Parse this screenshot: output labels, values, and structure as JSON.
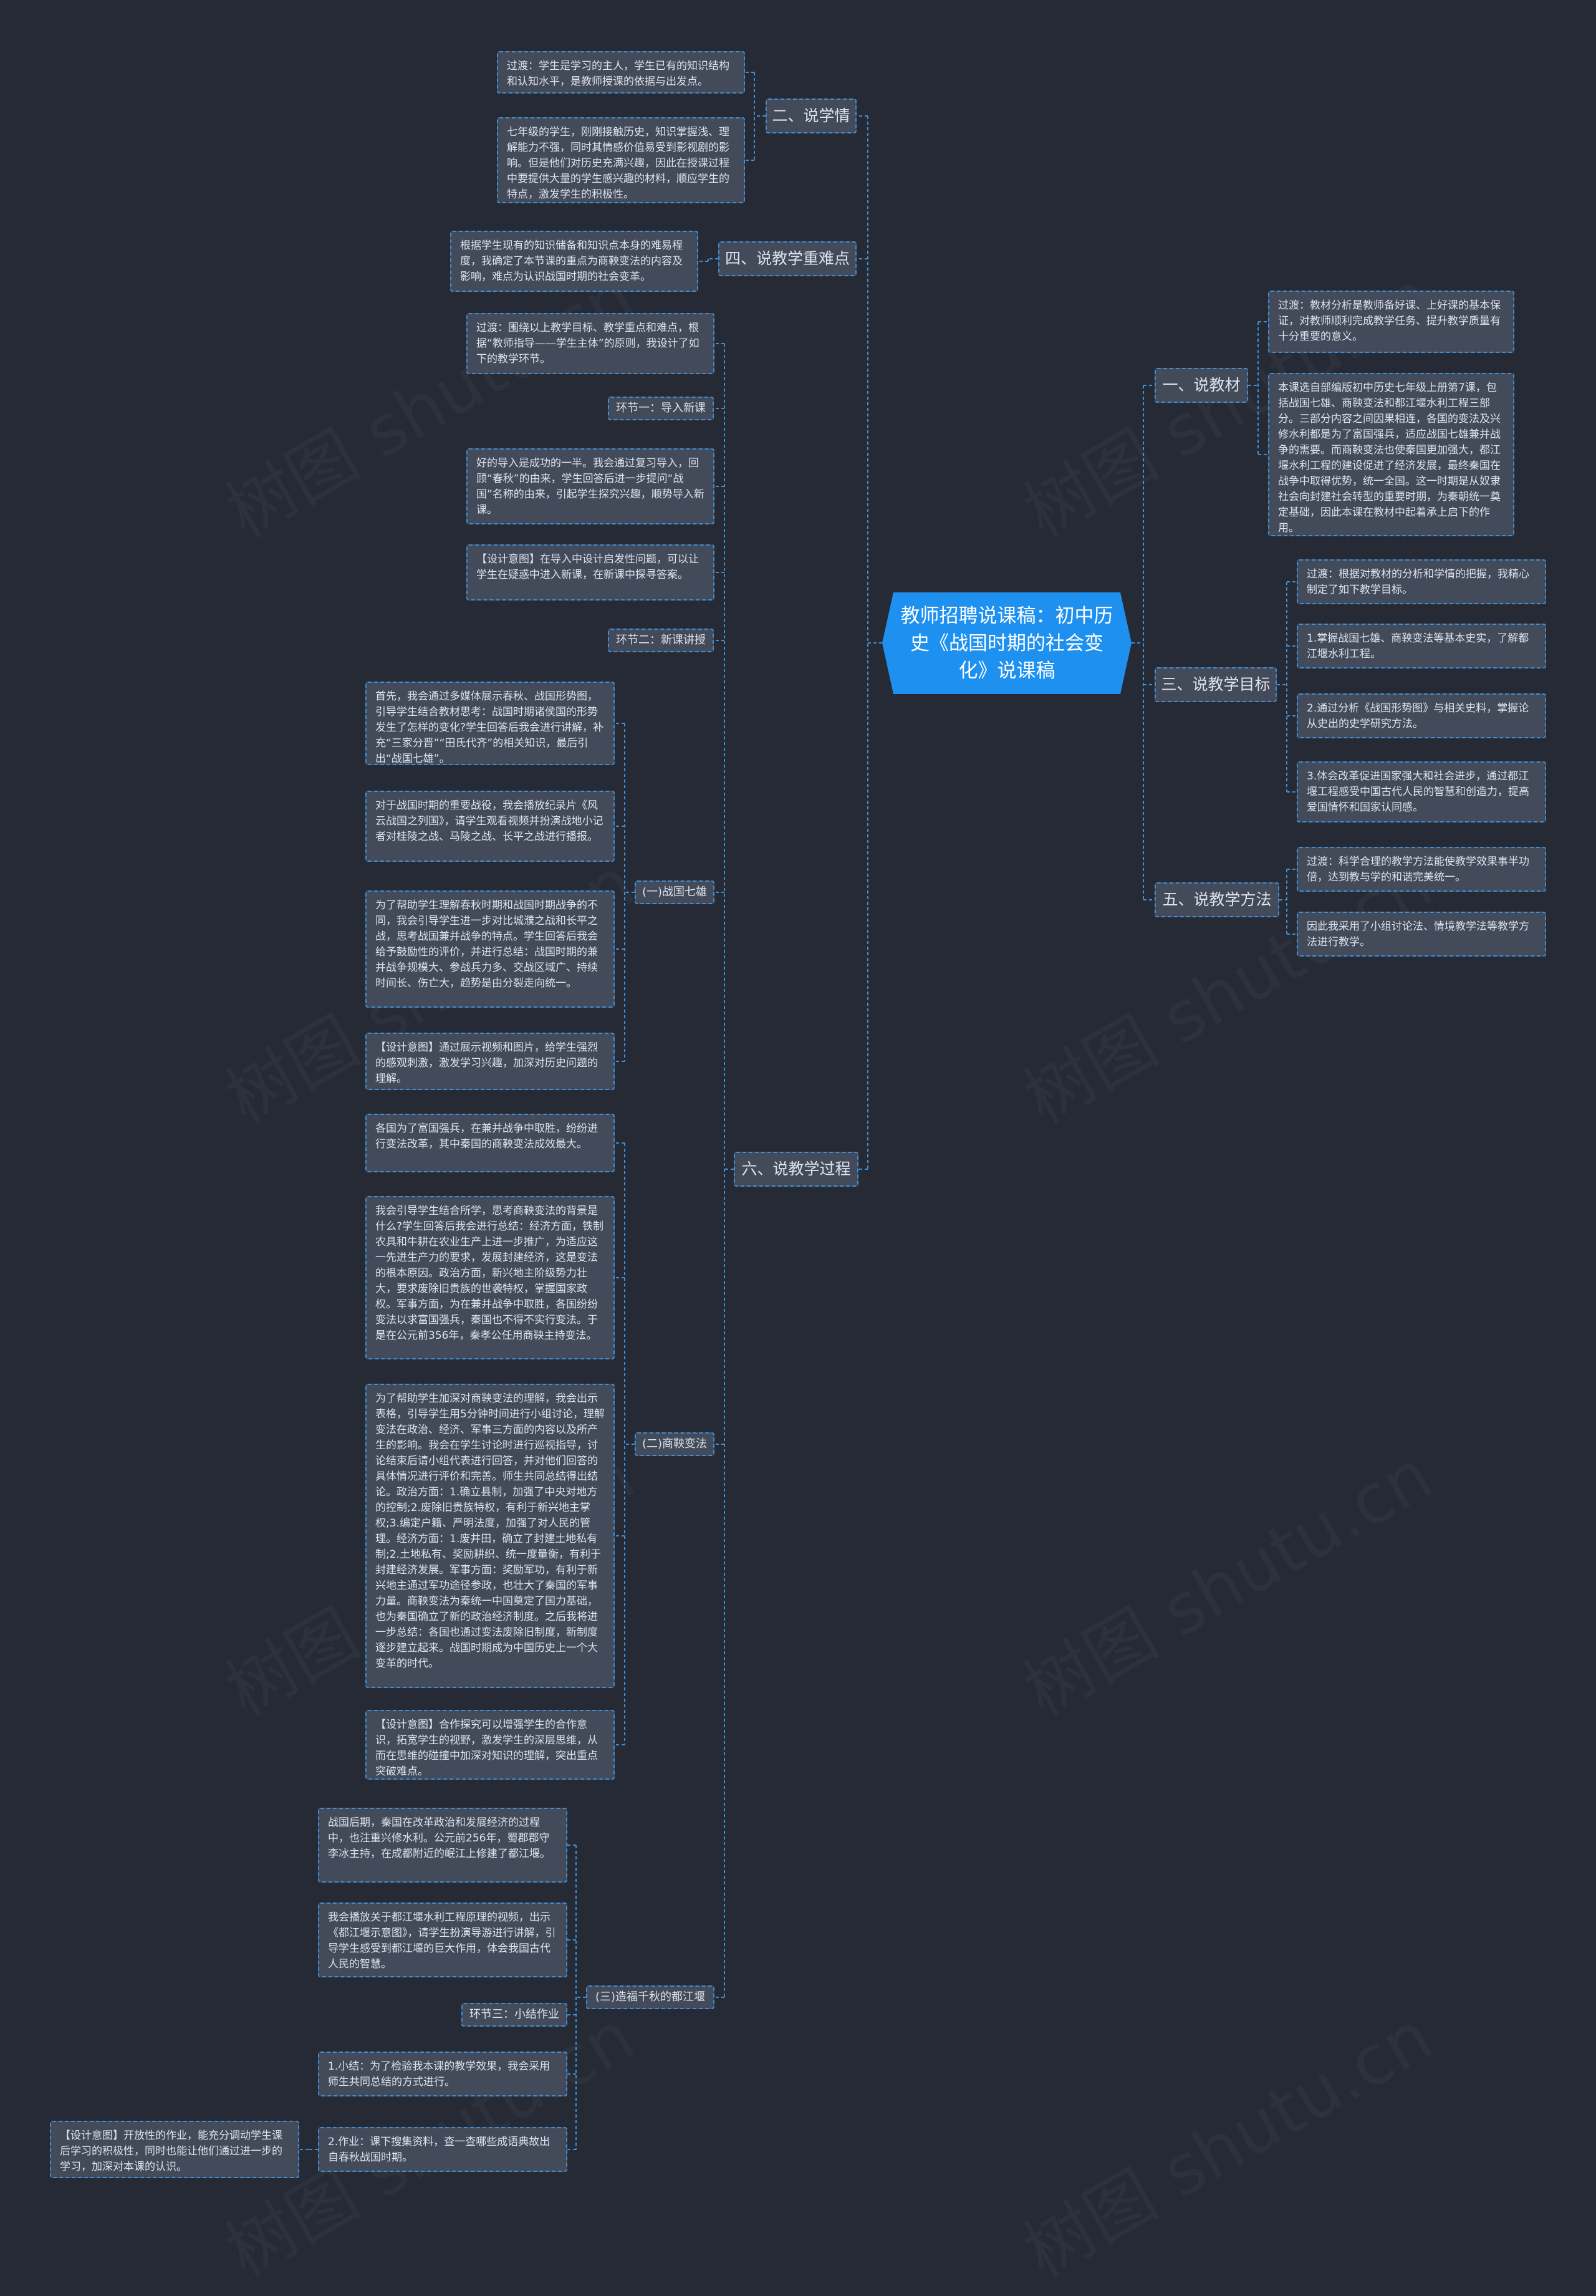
{
  "root": {
    "title": "教师招聘说课稿：初中历史《战国时期的社会变化》说课稿"
  },
  "nodes": {
    "b1": "一、说教材",
    "b1_c1": "过渡：教材分析是教师备好课、上好课的基本保证，对教师顺利完成教学任务、提升教学质量有十分重要的意义。",
    "b1_c2": "本课选自部编版初中历史七年级上册第7课，包括战国七雄、商鞅变法和都江堰水利工程三部分。三部分内容之间因果相连，各国的变法及兴修水利都是为了富国强兵，适应战国七雄兼并战争的需要。而商鞅变法也使秦国更加强大，都江堰水利工程的建设促进了经济发展，最终秦国在战争中取得优势，统一全国。这一时期是从奴隶社会向封建社会转型的重要时期，为秦朝统一奠定基础，因此本课在教材中起着承上启下的作用。",
    "b2": "二、说学情",
    "b2_c1": "过渡：学生是学习的主人，学生已有的知识结构和认知水平，是教师授课的依据与出发点。",
    "b2_c2": "七年级的学生，刚刚接触历史，知识掌握浅、理解能力不强，同时其情感价值易受到影视剧的影响。但是他们对历史充满兴趣，因此在授课过程中要提供大量的学生感兴趣的材料，顺应学生的特点，激发学生的积极性。",
    "b3": "三、说教学目标",
    "b3_c1": "过渡：根据对教材的分析和学情的把握，我精心制定了如下教学目标。",
    "b3_c2": "1.掌握战国七雄、商鞅变法等基本史实，了解都江堰水利工程。",
    "b3_c3": "2.通过分析《战国形势图》与相关史料，掌握论从史出的史学研究方法。",
    "b3_c4": "3.体会改革促进国家强大和社会进步，通过都江堰工程感受中国古代人民的智慧和创造力，提高爱国情怀和国家认同感。",
    "b4": "四、说教学重难点",
    "b4_c1": "根据学生现有的知识储备和知识点本身的难易程度，我确定了本节课的重点为商鞅变法的内容及影响，难点为认识战国时期的社会变革。",
    "b5": "五、说教学方法",
    "b5_c1": "过渡：科学合理的教学方法能使教学效果事半功倍，达到教与学的和谐完美统一。",
    "b5_c2": "因此我采用了小组讨论法、情境教学法等教学方法进行教学。",
    "b6": "六、说教学过程",
    "b6_c1": "过渡：围绕以上教学目标、教学重点和难点，根据“教师指导——学生主体”的原则，我设计了如下的教学环节。",
    "b6_c2": "环节一：导入新课",
    "b6_c3": "好的导入是成功的一半。我会通过复习导入，回顾“春秋”的由来，学生回答后进一步提问“战国”名称的由来，引起学生探究兴趣，顺势导入新课。",
    "b6_c4": "【设计意图】在导入中设计启发性问题，可以让学生在疑惑中进入新课，在新课中探寻答案。",
    "b6_c5": "环节二：新课讲授",
    "g1": "(一)战国七雄",
    "g1_c1": "首先，我会通过多媒体展示春秋、战国形势图，引导学生结合教材思考：战国时期诸侯国的形势发生了怎样的变化?学生回答后我会进行讲解，补充“三家分晋”“田氏代齐”的相关知识，最后引出“战国七雄”。",
    "g1_c2": "对于战国时期的重要战役，我会播放纪录片《风云战国之列国》，请学生观看视频并扮演战地小记者对桂陵之战、马陵之战、长平之战进行播报。",
    "g1_c3": "为了帮助学生理解春秋时期和战国时期战争的不同，我会引导学生进一步对比城濮之战和长平之战，思考战国兼并战争的特点。学生回答后我会给予鼓励性的评价，并进行总结：战国时期的兼并战争规模大、参战兵力多、交战区域广、持续时间长、伤亡大，趋势是由分裂走向统一。",
    "g1_c4": "【设计意图】通过展示视频和图片，给学生强烈的感观刺激，激发学习兴趣，加深对历史问题的理解。",
    "g2": "(二)商鞅变法",
    "g2_c1": "各国为了富国强兵，在兼并战争中取胜，纷纷进行变法改革，其中秦国的商鞅变法成效最大。",
    "g2_c2": "我会引导学生结合所学，思考商鞅变法的背景是什么?学生回答后我会进行总结：经济方面，铁制农具和牛耕在农业生产上进一步推广，为适应这一先进生产力的要求，发展封建经济，这是变法的根本原因。政治方面，新兴地主阶级势力壮大，要求废除旧贵族的世袭特权，掌握国家政权。军事方面，为在兼并战争中取胜，各国纷纷变法以求富国强兵，秦国也不得不实行变法。于是在公元前356年，秦孝公任用商鞅主持变法。",
    "g2_c3": "为了帮助学生加深对商鞅变法的理解，我会出示表格，引导学生用5分钟时间进行小组讨论，理解变法在政治、经济、军事三方面的内容以及所产生的影响。我会在学生讨论时进行巡视指导，讨论结束后请小组代表进行回答，并对他们回答的具体情况进行评价和完善。师生共同总结得出结论。政治方面：1.确立县制，加强了中央对地方的控制;2.废除旧贵族特权，有利于新兴地主掌权;3.编定户籍、严明法度，加强了对人民的管理。经济方面：1.废井田，确立了封建土地私有制;2.土地私有、奖励耕织、统一度量衡，有利于封建经济发展。军事方面：奖励军功，有利于新兴地主通过军功途径参政，也壮大了秦国的军事力量。商鞅变法为秦统一中国奠定了国力基础，也为秦国确立了新的政治经济制度。之后我将进一步总结：各国也通过变法废除旧制度，新制度逐步建立起来。战国时期成为中国历史上一个大变革的时代。",
    "g2_c4": "【设计意图】合作探究可以增强学生的合作意识，拓宽学生的视野，激发学生的深层思维，从而在思维的碰撞中加深对知识的理解，突出重点突破难点。",
    "g3": "(三)造福千秋的都江堰",
    "g3_c1": "战国后期，秦国在改革政治和发展经济的过程中，也注重兴修水利。公元前256年，蜀郡郡守李冰主持，在成都附近的岷江上修建了都江堰。",
    "g3_c2": "我会播放关于都江堰水利工程原理的视频，出示《都江堰示意图》，请学生扮演导游进行讲解，引导学生感受到都江堰的巨大作用，体会我国古代人民的智慧。",
    "g3_c3": "环节三：小结作业",
    "g3_c4": "1.小结：为了检验我本课的教学效果，我会采用师生共同总结的方式进行。",
    "g3_c5": "2.作业：课下搜集资料，查一查哪些成语典故出自春秋战国时期。",
    "g3_c5_1": "【设计意图】开放性的作业，能充分调动学生课后学习的积极性，同时也能让他们通过进一步的学习，加深对本课的认识。"
  },
  "watermark": "树图 shutu.cn",
  "colors": {
    "background": "#262a35",
    "node_fill": "#434a5a",
    "node_border": "#3e8fd6",
    "root_fill": "#1e90f0",
    "line": "#3e8fd6",
    "text": "#dde3ec"
  }
}
